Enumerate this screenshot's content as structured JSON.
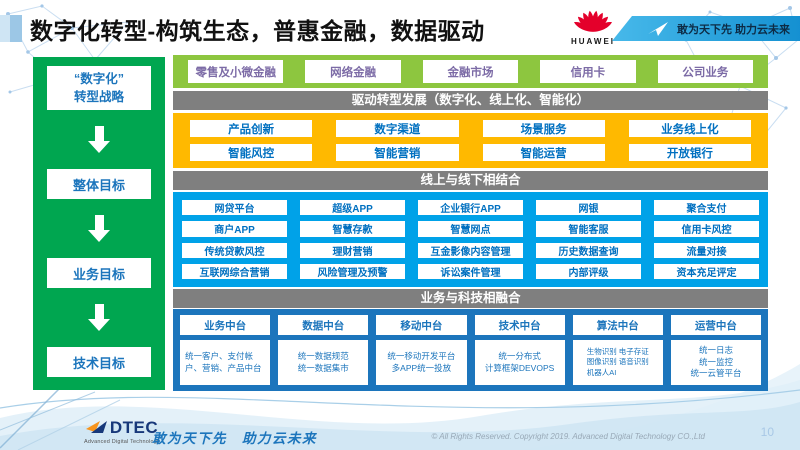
{
  "page": {
    "page_number": "10"
  },
  "header": {
    "title": "数字化转型-构筑生态，普惠金融，数据驱动",
    "huawei_wordmark": "HUAWEI",
    "banner_slogan": "敢为天下先 助力云未来"
  },
  "colors": {
    "sidebar_green": "#00A650",
    "business_row_green": "#8DC63F",
    "capability_yellow": "#FFB900",
    "application_blue": "#00A2E8",
    "platform_dark_blue": "#1C75BC",
    "connector_gray": "#7F7F7F",
    "business_text_purple": "#7C6BA6",
    "box_text_blue": "#0070C0",
    "huawei_red": "#E4002B"
  },
  "sidebar": {
    "strategy": "“数字化”\n转型战略",
    "goals": [
      "整体目标",
      "业务目标",
      "技术目标"
    ]
  },
  "business_lines": [
    "零售及小微金融",
    "网络金融",
    "金融市场",
    "信用卡",
    "公司业务"
  ],
  "bars": {
    "drive": "驱动转型发展（数字化、线上化、智能化）",
    "online_offline": "线上与线下相结合",
    "tech_fusion": "业务与科技相融合"
  },
  "capabilities": {
    "rows": [
      [
        "产品创新",
        "数字渠道",
        "场景服务",
        "业务线上化"
      ],
      [
        "智能风控",
        "智能营销",
        "智能运营",
        "开放银行"
      ]
    ]
  },
  "applications": {
    "rows": [
      [
        "网贷平台",
        "超级APP",
        "企业银行APP",
        "网银",
        "聚合支付"
      ],
      [
        "商户APP",
        "智慧存款",
        "智慧网点",
        "智能客服",
        "信用卡风控"
      ],
      [
        "传统贷款风控",
        "理财营销",
        "互金影像内容管理",
        "历史数据查询",
        "流量对接"
      ],
      [
        "互联网综合营销",
        "风险管理及预警",
        "诉讼案件管理",
        "内部评级",
        "资本充足评定"
      ]
    ]
  },
  "platforms": {
    "columns": [
      {
        "name": "业务中台",
        "desc": "统一客户、支付帐户、营销、产品中台"
      },
      {
        "name": "数据中台",
        "desc": "统一数据规范\n统一数据集市"
      },
      {
        "name": "移动中台",
        "desc": "统一移动开发平台\n多APP统一投放"
      },
      {
        "name": "技术中台",
        "desc": "统一分布式\n计算框架DEVOPS"
      },
      {
        "name": "算法中台",
        "desc": "生物识别 电子存证\n图像识别 语音识别\n机器人AI"
      },
      {
        "name": "运营中台",
        "desc": "统一日志\n统一监控\n统一云管平台"
      }
    ]
  },
  "footer": {
    "logo_text": "DTEC",
    "logo_subtext": "Advanced Digital Technology",
    "slogan": "敢为天下先　助力云未来",
    "copyright": "© All Rights Reserved. Copyright 2019. Advanced Digital Technology CO.,Ltd"
  }
}
